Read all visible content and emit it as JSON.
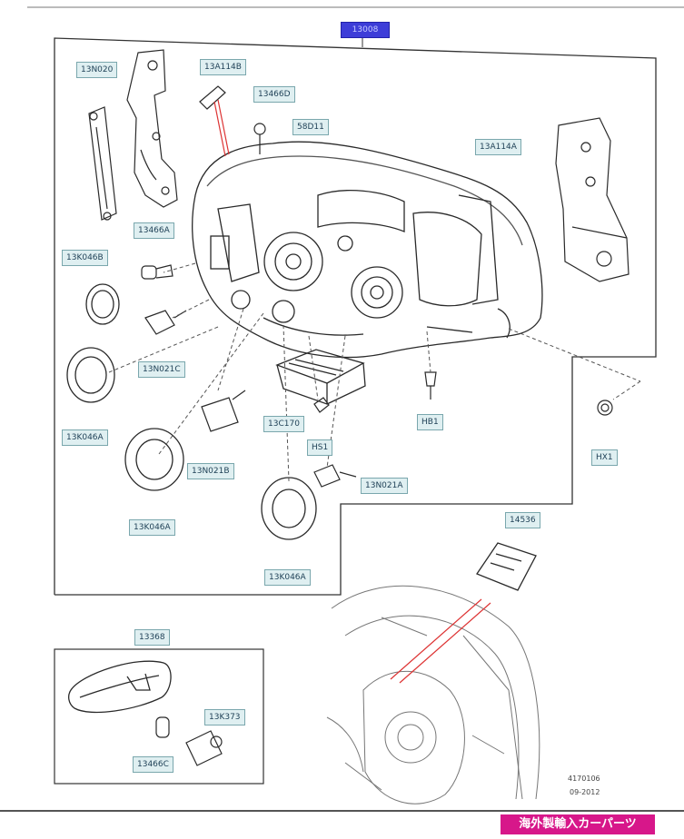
{
  "top_label": "13008",
  "labels": [
    {
      "id": "13n020",
      "text": "13N020"
    },
    {
      "id": "13a114b",
      "text": "13A114B"
    },
    {
      "id": "13466d",
      "text": "13466D"
    },
    {
      "id": "58d11",
      "text": "58D11"
    },
    {
      "id": "13a114a",
      "text": "13A114A"
    },
    {
      "id": "13466a",
      "text": "13466A"
    },
    {
      "id": "13k046b",
      "text": "13K046B"
    },
    {
      "id": "13n021c",
      "text": "13N021C"
    },
    {
      "id": "13k046a-1",
      "text": "13K046A"
    },
    {
      "id": "13c170",
      "text": "13C170"
    },
    {
      "id": "hb1",
      "text": "HB1"
    },
    {
      "id": "hs1",
      "text": "HS1"
    },
    {
      "id": "hx1",
      "text": "HX1"
    },
    {
      "id": "13n021b",
      "text": "13N021B"
    },
    {
      "id": "13k046a-2",
      "text": "13K046A"
    },
    {
      "id": "13n021a",
      "text": "13N021A"
    },
    {
      "id": "13k046a-3",
      "text": "13K046A"
    },
    {
      "id": "14536",
      "text": "14536"
    },
    {
      "id": "13368",
      "text": "13368"
    },
    {
      "id": "13k373",
      "text": "13K373"
    },
    {
      "id": "13466c",
      "text": "13466C"
    }
  ],
  "footer": {
    "drawing_number": "4170106",
    "date_code": "09-2012",
    "brand_banner": "海外製輸入カーパーツ"
  }
}
